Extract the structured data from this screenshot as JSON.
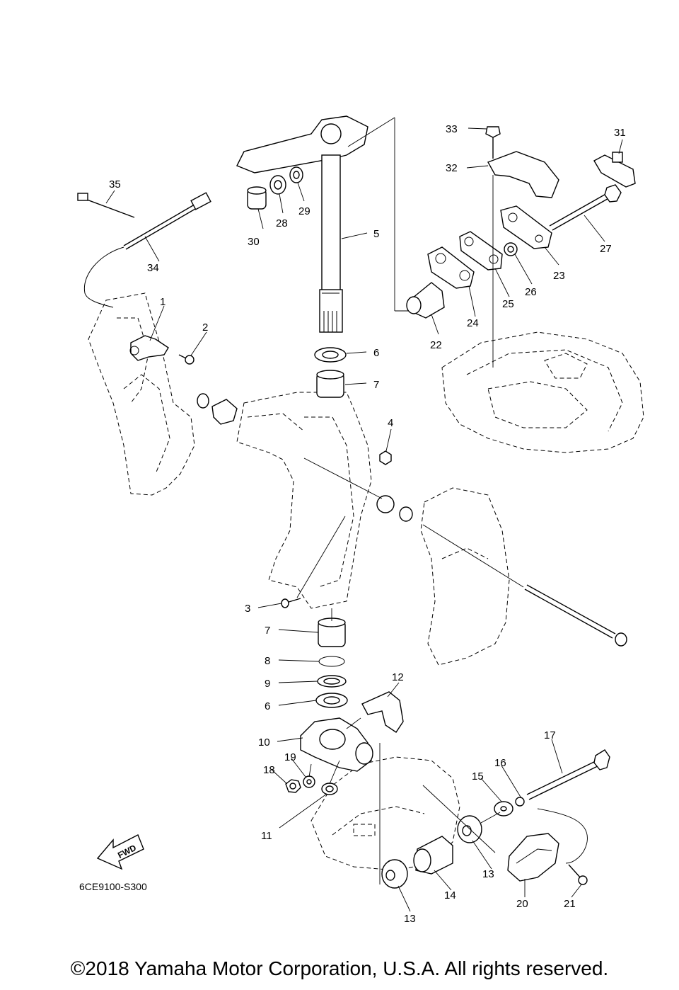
{
  "diagram": {
    "part_code": "6CE9100-S300",
    "fwd_label": "FWD",
    "callouts": [
      "1",
      "2",
      "3",
      "4",
      "5",
      "6",
      "7",
      "8",
      "9",
      "10",
      "11",
      "12",
      "13",
      "14",
      "15",
      "16",
      "17",
      "18",
      "19",
      "20",
      "21",
      "22",
      "23",
      "24",
      "25",
      "26",
      "27",
      "28",
      "29",
      "30",
      "31",
      "32",
      "33",
      "34",
      "35"
    ]
  },
  "footer": {
    "copyright": "©2018 Yamaha Motor Corporation, U.S.A. All rights reserved."
  }
}
